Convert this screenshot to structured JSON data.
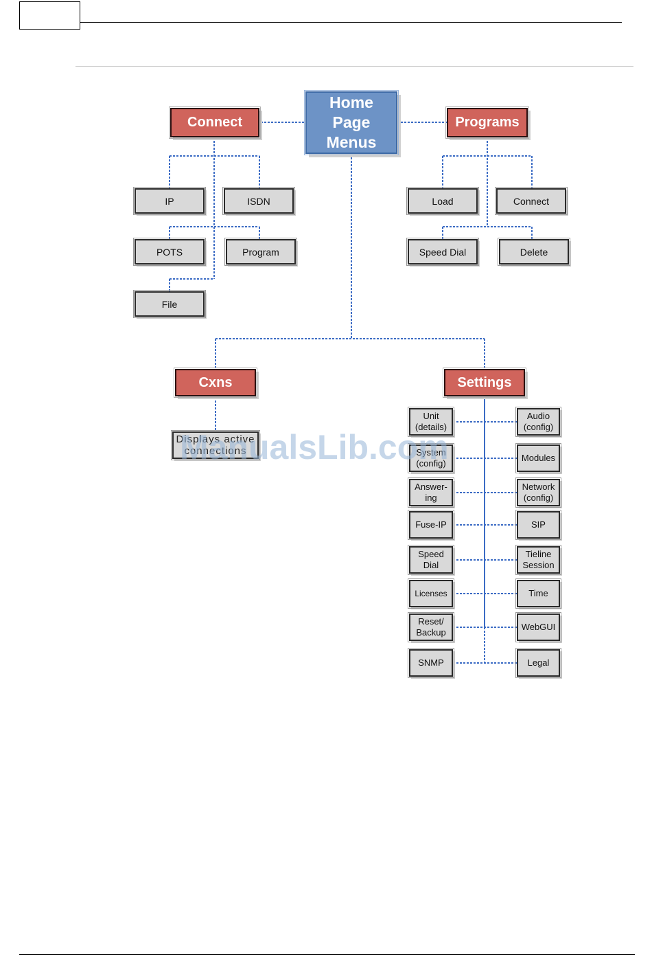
{
  "watermark": "ManualsLib.com",
  "diagram": {
    "home": "Home\nPage\nMenus",
    "connect": {
      "label": "Connect",
      "items": [
        "IP",
        "ISDN",
        "POTS",
        "Program",
        "File"
      ]
    },
    "programs": {
      "label": "Programs",
      "items": [
        "Load",
        "Connect",
        "Speed Dial",
        "Delete"
      ]
    },
    "cxns": {
      "label": "Cxns",
      "items": [
        "Displays active\nconnections"
      ]
    },
    "settings": {
      "label": "Settings",
      "left_items": [
        "Unit\n(details)",
        "System\n(config)",
        "Answer-\ning",
        "Fuse-IP",
        "Speed\nDial",
        "Licenses",
        "Reset/\nBackup",
        "SNMP"
      ],
      "right_items": [
        "Audio\n(config)",
        "Modules",
        "Network\n(config)",
        "SIP",
        "Tieline\nSession",
        "Time",
        "WebGUI",
        "Legal"
      ]
    },
    "colors": {
      "home_fill": "#6d93c6",
      "category_fill": "#d0645c",
      "item_fill": "#d9d9d9",
      "connector": "#3b6bc4"
    }
  }
}
